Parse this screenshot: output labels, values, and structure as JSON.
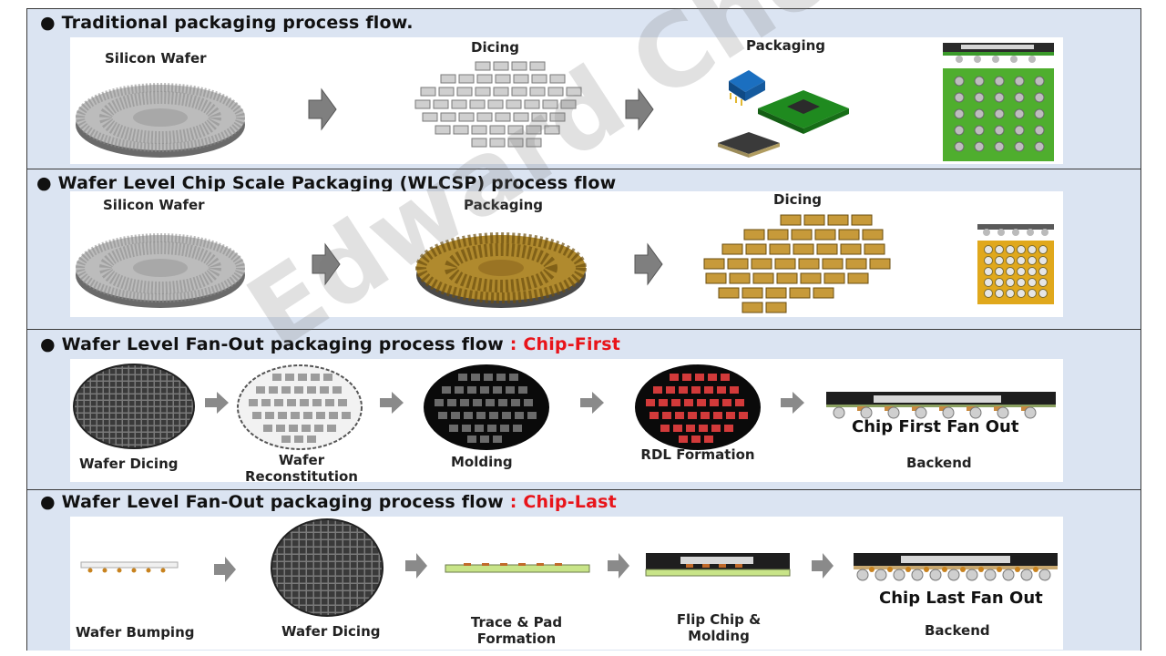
{
  "sections": [
    {
      "title": "Traditional packaging process flow.",
      "steps": [
        "Silicon Wafer",
        "Dicing",
        "Packaging"
      ]
    },
    {
      "title": "Wafer Level Chip Scale Packaging (WLCSP) process flow",
      "steps": [
        "Silicon Wafer",
        "Packaging",
        "Dicing"
      ]
    },
    {
      "title": "Wafer Level Fan-Out packaging process flow",
      "highlight": " : Chip-First",
      "steps": [
        "Wafer Dicing",
        "Wafer Reconstitution",
        "Molding",
        "RDL Formation",
        "Backend"
      ],
      "caption": "Chip First Fan Out"
    },
    {
      "title": "Wafer Level Fan-Out packaging process flow",
      "highlight": " : Chip-Last",
      "steps": [
        "Wafer Bumping",
        "Wafer Dicing",
        "Trace & Pad Formation",
        "Flip Chip & Molding",
        "Backend"
      ],
      "caption": "Chip Last Fan Out"
    }
  ],
  "watermark": "Edward Choi",
  "colors": {
    "band": "#dbe4f2",
    "highlight": "#e8141a",
    "pcb_green": "#3a9a2a",
    "gold": "#c8a030"
  },
  "icons": [
    "bullet-icon",
    "arrow-right-icon"
  ]
}
